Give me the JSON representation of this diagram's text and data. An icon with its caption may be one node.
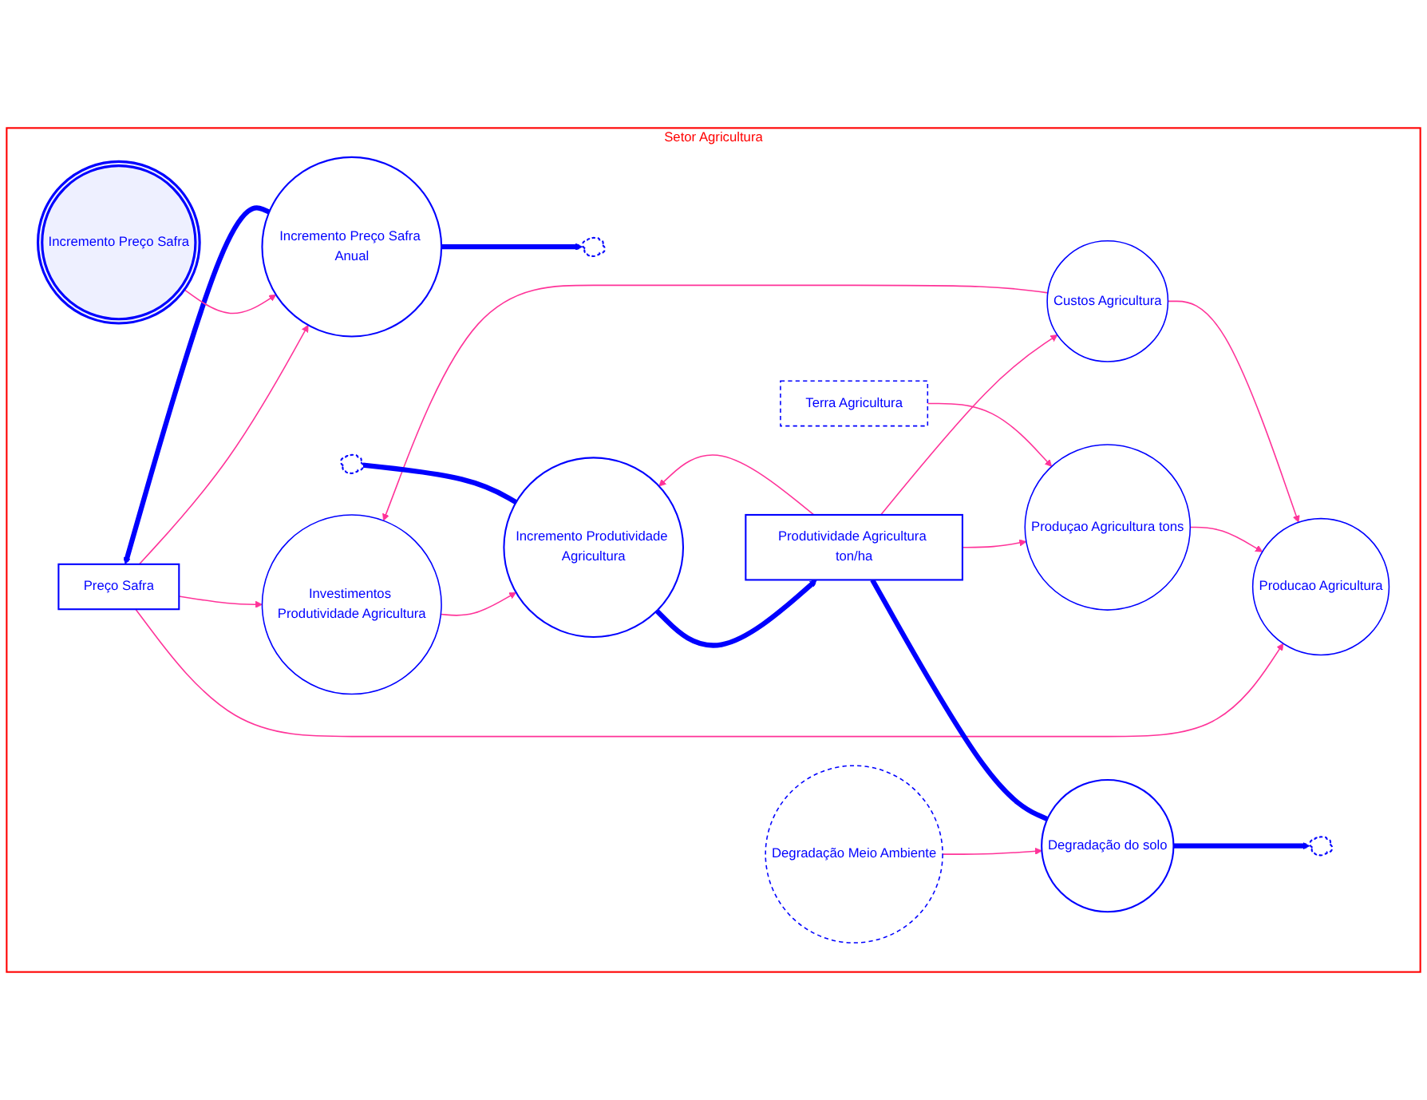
{
  "diagram": {
    "nodes": [
      {
        "text": [
          "Setor Agricultura"
        ]
      },
      {
        "text": [
          "Preço Safra"
        ],
        "in": 0
      },
      {
        "text": [
          "Incremento Preço Safra Anual"
        ],
        "in": 0
      },
      {
        "text": [],
        "shape": "cloud",
        "in": 0
      },
      {
        "text": [
          "Producao Agricultura"
        ],
        "in": 0
      },
      {
        "text": [
          "Incremento Preço Safra"
        ],
        "in": 0
      },
      {
        "text": [
          "Custos Agricultura"
        ],
        "in": 0
      },
      {
        "text": [
          "Investimentos Produtividade Agricultura"
        ],
        "in": 0
      },
      {
        "text": [
          "Produçao Agricultura tons"
        ],
        "in": 0
      },
      {
        "text": [
          "Produtividade Agricultura ton/ha"
        ],
        "in": 0
      },
      {
        "text": [
          "Incremento Produtividade Agricultura"
        ],
        "in": 0
      },
      {
        "text": [],
        "shape": "cloud",
        "in": 0
      },
      {
        "text": [
          "Terra Agricultura"
        ],
        "in": 0
      },
      {
        "text": [
          "Degradação do solo"
        ],
        "in": 0
      },
      {
        "text": [],
        "shape": "cloud",
        "in": 0
      },
      {
        "text": [
          "Degradação Meio Ambiente"
        ],
        "in": 0
      }
    ],
    "edges": [
      {
        "from": 2,
        "to": 1,
        "arrow": "to",
        "style": "thick",
        "color": "#0000ff"
      },
      {
        "from": 2,
        "to": 3,
        "arrow": "to",
        "style": "thick",
        "color": "#0000ff"
      },
      {
        "from": 1,
        "to": 4,
        "arrow": "to"
      },
      {
        "from": 1,
        "to": 2,
        "arrow": "to"
      },
      {
        "from": 1,
        "to": 7,
        "arrow": "to"
      },
      {
        "from": 5,
        "to": 2,
        "arrow": "to"
      },
      {
        "from": 8,
        "to": 4,
        "arrow": "to"
      },
      {
        "from": 6,
        "to": 4,
        "arrow": "to"
      },
      {
        "from": 6,
        "to": 7,
        "arrow": "to"
      },
      {
        "from": 9,
        "to": 6,
        "arrow": "to"
      },
      {
        "from": 9,
        "to": 8,
        "arrow": "to"
      },
      {
        "from": 9,
        "to": 10,
        "arrow": "to"
      },
      {
        "from": 7,
        "to": 10,
        "arrow": "to"
      },
      {
        "from": 12,
        "to": 8,
        "arrow": "to"
      },
      {
        "from": 15,
        "to": 13,
        "arrow": "to"
      },
      {
        "from": 10,
        "to": 9,
        "arrow": "to",
        "style": "thick",
        "color": "#0000ff"
      },
      {
        "from": 11,
        "to": 10,
        "arrow": "none",
        "style": "thick",
        "color": "#0000ff"
      },
      {
        "from": 9,
        "to": 13,
        "arrow": "none",
        "style": "thick",
        "color": "#0000ff"
      },
      {
        "from": 13,
        "to": 14,
        "arrow": "to",
        "style": "thick",
        "color": "#0000ff"
      }
    ]
  }
}
